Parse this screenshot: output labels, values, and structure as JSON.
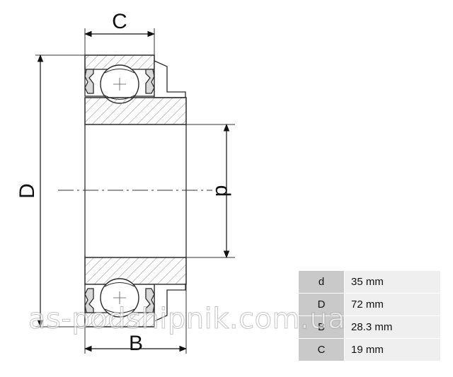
{
  "dimensions": {
    "C": "C",
    "B": "B",
    "D": "D",
    "d": "d"
  },
  "specs": [
    {
      "param": "d",
      "value": "35 mm"
    },
    {
      "param": "D",
      "value": "72 mm"
    },
    {
      "param": "B",
      "value": "28.3 mm"
    },
    {
      "param": "C",
      "value": "19 mm"
    }
  ],
  "watermark": "as-podshipnik.com.ua",
  "colors": {
    "line": "#2a2a2a",
    "hatch": "#888888",
    "table_param_bg": "#c9c9c9",
    "table_value_bg": "#efefef"
  }
}
